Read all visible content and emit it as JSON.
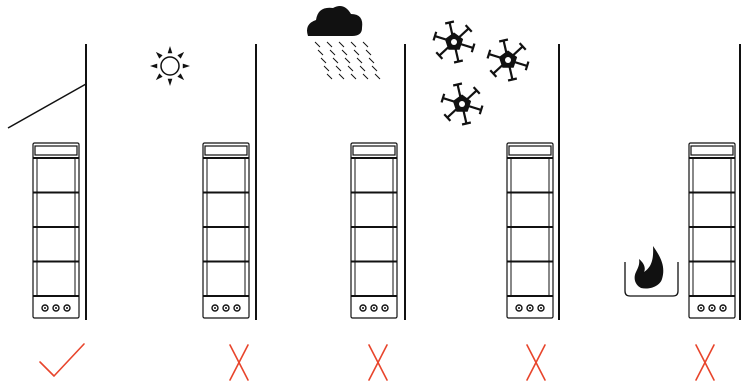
{
  "diagram": {
    "colors": {
      "ink": "#111111",
      "accent": "#e8452c",
      "background": "#ffffff"
    },
    "panels": [
      {
        "condition": "sheltered-under-roof",
        "icon": "roof-icon",
        "mark": "check",
        "verdict": "allowed"
      },
      {
        "condition": "direct-sunlight",
        "icon": "sun-icon",
        "mark": "cross",
        "verdict": "not allowed"
      },
      {
        "condition": "rain",
        "icon": "rain-cloud-icon",
        "mark": "cross",
        "verdict": "not allowed"
      },
      {
        "condition": "snow-frost",
        "icon": "snowflake-icon",
        "mark": "cross",
        "verdict": "not allowed"
      },
      {
        "condition": "fire-heat-source",
        "icon": "flame-icon",
        "mark": "cross",
        "verdict": "not allowed"
      }
    ],
    "battery": {
      "modules": 4,
      "indicator_leds": 3
    }
  },
  "status": {
    "summary": "1 allowed, 4 not allowed"
  }
}
